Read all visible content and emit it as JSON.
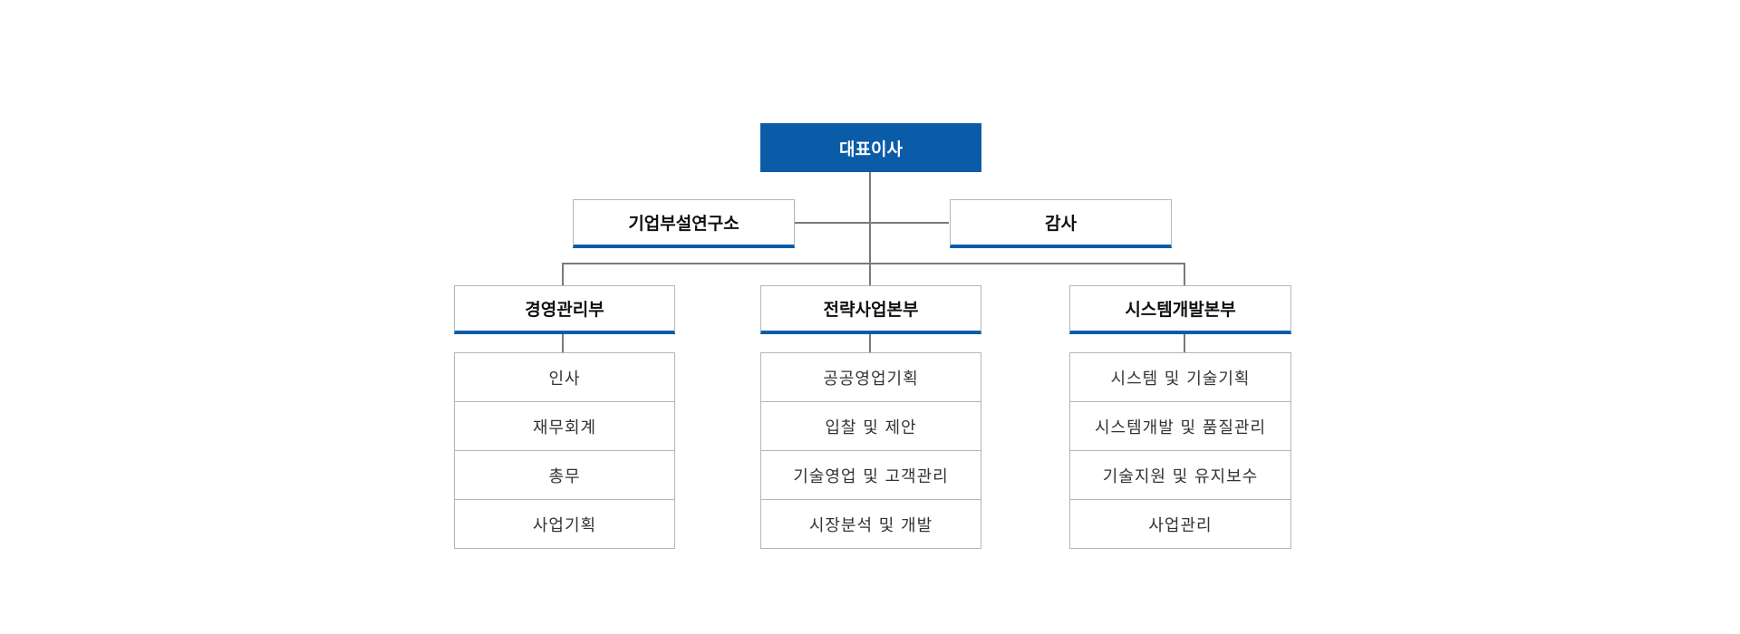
{
  "org": {
    "ceo": "대표이사",
    "left_staff": "기업부설연구소",
    "right_staff": "감사",
    "divisions": [
      {
        "name": "경영관리부",
        "items": [
          "인사",
          "재무회계",
          "총무",
          "사업기획"
        ]
      },
      {
        "name": "전략사업본부",
        "items": [
          "공공영업기획",
          "입찰 및 제안",
          "기술영업 및 고객관리",
          "시장분석 및 개발"
        ]
      },
      {
        "name": "시스템개발본부",
        "items": [
          "시스템 및 기술기획",
          "시스템개발 및 품질관리",
          "기술지원 및 유지보수",
          "사업관리"
        ]
      }
    ]
  },
  "colors": {
    "accent": "#0b5ca8",
    "border": "#b5b5b5",
    "connector": "#7a7a7a"
  }
}
